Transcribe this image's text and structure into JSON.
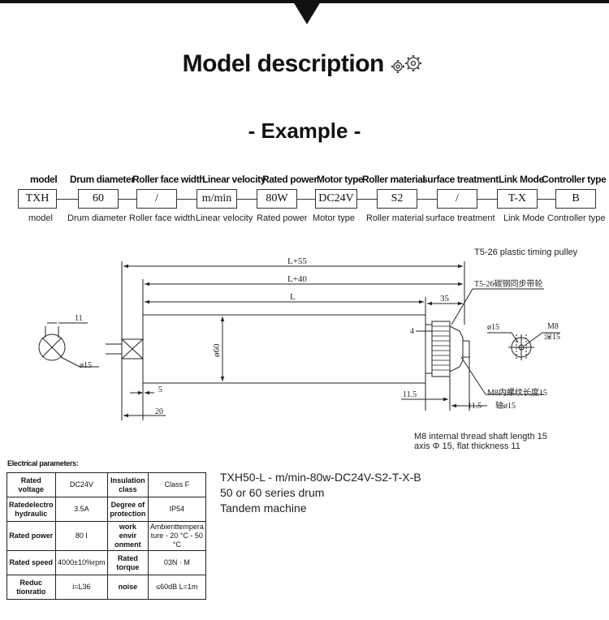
{
  "title": "Model description",
  "example": "- Example -",
  "code_headers": [
    "model",
    "Drum diameter",
    "Roller face width",
    "Linear velocity",
    "Rated power",
    "Motor type",
    "Roller material",
    "surface treatment",
    "Link Mode",
    "Controller type"
  ],
  "code_values": [
    "TXH",
    "60",
    "/",
    "m/min",
    "80W",
    "DC24V",
    "S2",
    "/",
    "T-X",
    "B"
  ],
  "code_sublabels": [
    "model",
    "Drum diameter",
    "Roller face width",
    "Linear velocity",
    "Rated power",
    "Motor type",
    "Roller material",
    "surface treatment",
    "Link Mode",
    "Controller type"
  ],
  "drawing": {
    "pulley_note": "T5-26 plastic timing pulley",
    "dim_L55": "L+55",
    "dim_L40": "L+40",
    "dim_L": "L",
    "dim_35": "35",
    "pulley_cn": "T5-26碳钢同步带轮",
    "dim_11_left": "11",
    "dia_15_left": "ø15",
    "dia_60": "ø60",
    "dim_4": "4",
    "dim_5": "5",
    "dim_20": "20",
    "dim_11_5a": "11.5",
    "dim_11_5b": "11.5",
    "dia_15_right": "ø15",
    "m8": "M8",
    "depth15": "深15",
    "thread_cn": "M8内螺纹长度15",
    "shaft_cn": "轴ø15",
    "note1": "M8 internal thread shaft length 15",
    "note2": "axis Φ 15, flat thickness 11"
  },
  "specs": {
    "title": "Electrical parameters:",
    "rows": [
      [
        "Rated voltage",
        "DC24V",
        "Insulation class",
        "Class F"
      ],
      [
        "Ratedelectro hydraulic",
        "3.5A",
        "Degree of protection",
        "IP54"
      ],
      [
        "Rated power",
        "80 I",
        "work envir onment",
        "Ambienttempera ture - 20 °C - 50 °C"
      ],
      [
        "Rated speed",
        "4000±10%rpm",
        "Rated torque",
        "03N · M"
      ],
      [
        "Reduc tionratio",
        "i=L36",
        "noise",
        "≤60dB  L=1m"
      ]
    ]
  },
  "model_text": [
    "TXH50-L - m/min-80w-DC24V-S2-T-X-B",
    "50 or 60 series drum",
    "Tandem machine"
  ]
}
